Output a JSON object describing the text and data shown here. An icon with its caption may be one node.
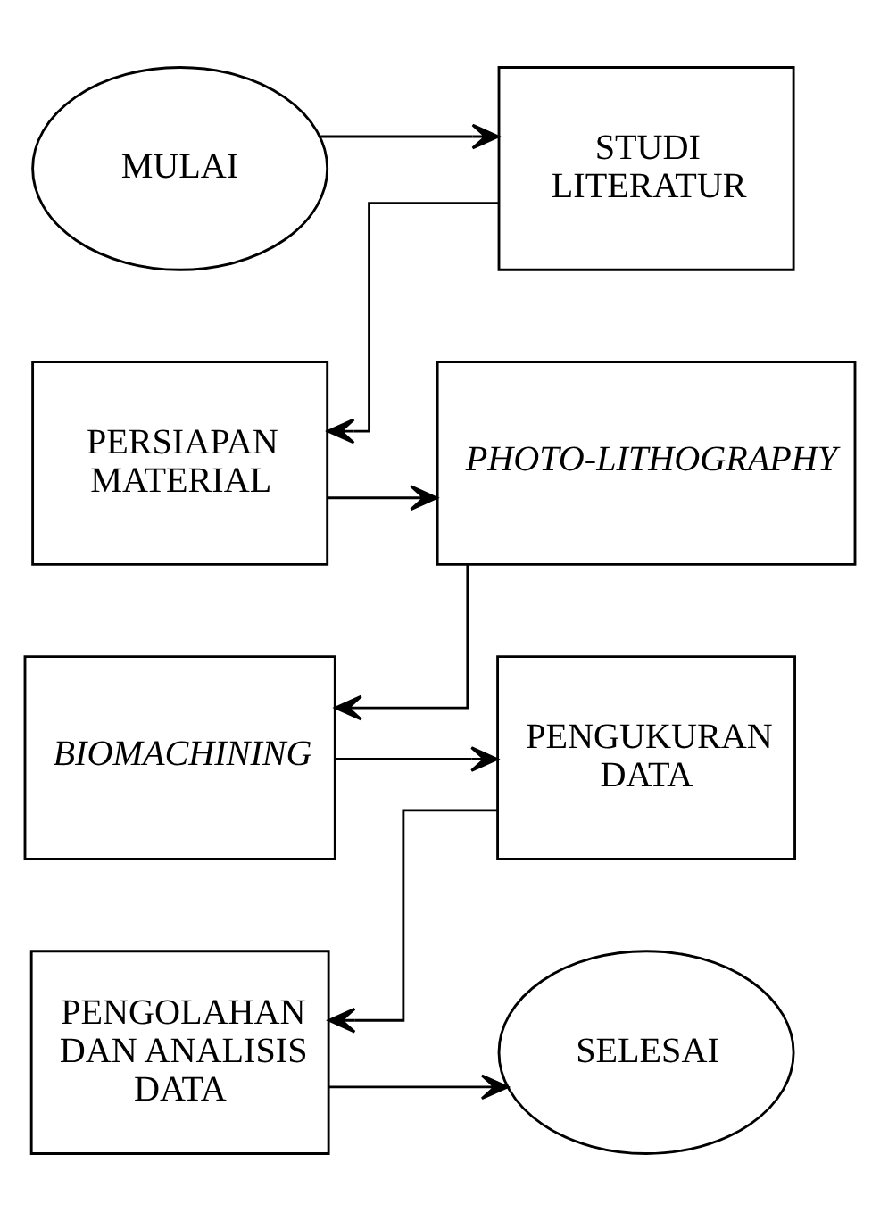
{
  "diagram": {
    "nodes": [
      {
        "text": [
          "MULAI"
        ]
      },
      {
        "text": [
          "STUDI LITERATUR"
        ]
      },
      {
        "text": [
          "PERSIAPAN MATERIAL"
        ]
      },
      {
        "text": [
          "PHOTO-LITHOGRAPHY"
        ]
      },
      {
        "text": [
          "BIOMACHINING"
        ]
      },
      {
        "text": [
          "PENGUKURAN DATA"
        ]
      },
      {
        "text": [
          "PENGOLAHAN DAN ANALISIS DATA"
        ]
      },
      {
        "text": [
          "SELESAI"
        ]
      }
    ],
    "edges": [
      {
        "from": 0,
        "to": 1,
        "arrow": "to"
      },
      {
        "from": 1,
        "to": 2,
        "arrow": "to"
      },
      {
        "from": 2,
        "to": 3,
        "arrow": "to"
      },
      {
        "from": 3,
        "to": 4,
        "arrow": "to"
      },
      {
        "from": 4,
        "to": 5,
        "arrow": "to"
      },
      {
        "from": 5,
        "to": 6,
        "arrow": "to"
      },
      {
        "from": 6,
        "to": 7,
        "arrow": "to"
      }
    ]
  }
}
